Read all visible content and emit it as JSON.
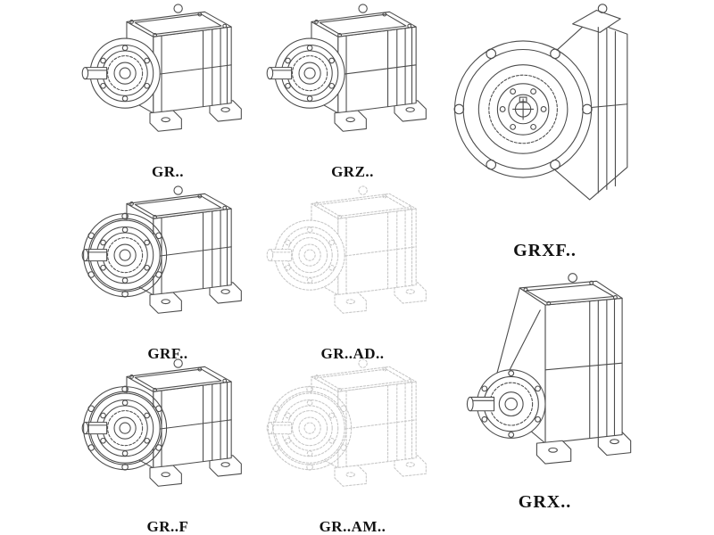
{
  "colors": {
    "line": "#4c4c4c",
    "ghost": "#c7c7c7",
    "background": "#ffffff"
  },
  "figures": [
    {
      "id": "gr",
      "label": "GR..",
      "drawing": "helical-gearbox-foot-mounted-isometric",
      "style": "solid"
    },
    {
      "id": "grz",
      "label": "GRZ..",
      "drawing": "helical-gearbox-foot-mounted-isometric",
      "style": "solid"
    },
    {
      "id": "grxf",
      "label": "GRXF..",
      "drawing": "helical-gearbox-flange-front-view",
      "style": "solid"
    },
    {
      "id": "grf",
      "label": "GRF..",
      "drawing": "helical-gearbox-flange-mounted-isometric",
      "style": "solid"
    },
    {
      "id": "grad",
      "label": "GR..AD..",
      "drawing": "helical-gearbox-input-adapter-isometric",
      "style": "ghost"
    },
    {
      "id": "grff",
      "label": "GR..F",
      "drawing": "helical-gearbox-foot-flange-isometric",
      "style": "solid"
    },
    {
      "id": "gram",
      "label": "GR..AM..",
      "drawing": "helical-gearbox-motor-adapter-isometric",
      "style": "ghost"
    },
    {
      "id": "grx",
      "label": "GRX..",
      "drawing": "helical-gearbox-single-stage-isometric",
      "style": "solid"
    }
  ]
}
